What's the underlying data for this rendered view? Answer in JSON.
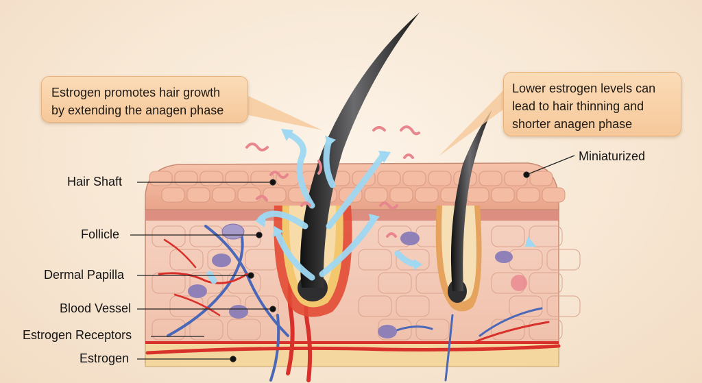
{
  "callouts": {
    "left": {
      "line1": "Estrogen promotes hair growth",
      "line2": "by extending the anagen phase"
    },
    "right": {
      "line1": "Lower estrogen levels can",
      "line2": "lead to hair thinning and",
      "line3": "shorter anagen phase"
    }
  },
  "labels": {
    "hair_shaft": "Hair Shaft",
    "follicle": "Follicle",
    "dermal_papilla": "Dermal Papilla",
    "blood_vessel": "Blood Vessel",
    "estrogen_receptors": "Estrogen Receptors",
    "estrogen": "Estrogen",
    "miniaturized": "Miniaturized"
  },
  "colors": {
    "epidermis": "#f1b59c",
    "dermis": "#f3c6b4",
    "hair": "#2a2a2c",
    "artery": "#d8302a",
    "vein": "#4a67b8",
    "estrogen_arrow": "#9fd8f2",
    "callout_bg": "#f8cfa4"
  }
}
